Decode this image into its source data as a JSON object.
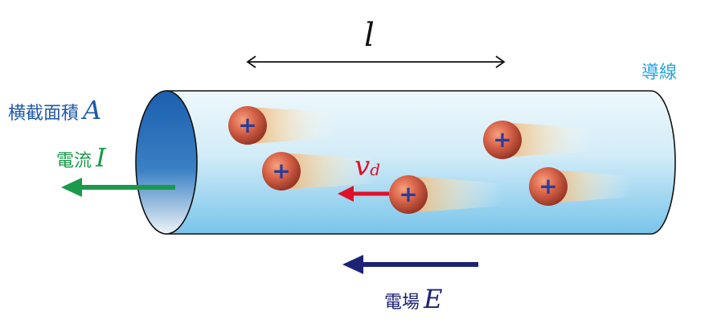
{
  "labels": {
    "length": "l",
    "wire": "導線",
    "area_text": "横截面積",
    "area_symbol": "A",
    "current_text": "電流",
    "current_symbol": "I",
    "velocity_symbol": "v",
    "velocity_subscript": "d",
    "field_text": "電場",
    "field_symbol": "E"
  },
  "charges": {
    "count": 5,
    "sign": "+"
  },
  "colors": {
    "wire_label": "#29a3dc",
    "area": "#1e5aa8",
    "current": "#1a9a4a",
    "velocity": "#e0102a",
    "field": "#1c2275",
    "charge_sign": "#2b3c9a",
    "cylinder_body_top": "#d7eef8",
    "cylinder_body_bottom": "#7ec8ec",
    "cross_section": "#1b5fae"
  },
  "icons": {
    "charge": "plus-charge-icon",
    "length_arrow": "double-headed-arrow-icon",
    "current_arrow": "left-arrow-icon",
    "velocity_arrow": "left-arrow-icon",
    "field_arrow": "left-arrow-icon"
  }
}
